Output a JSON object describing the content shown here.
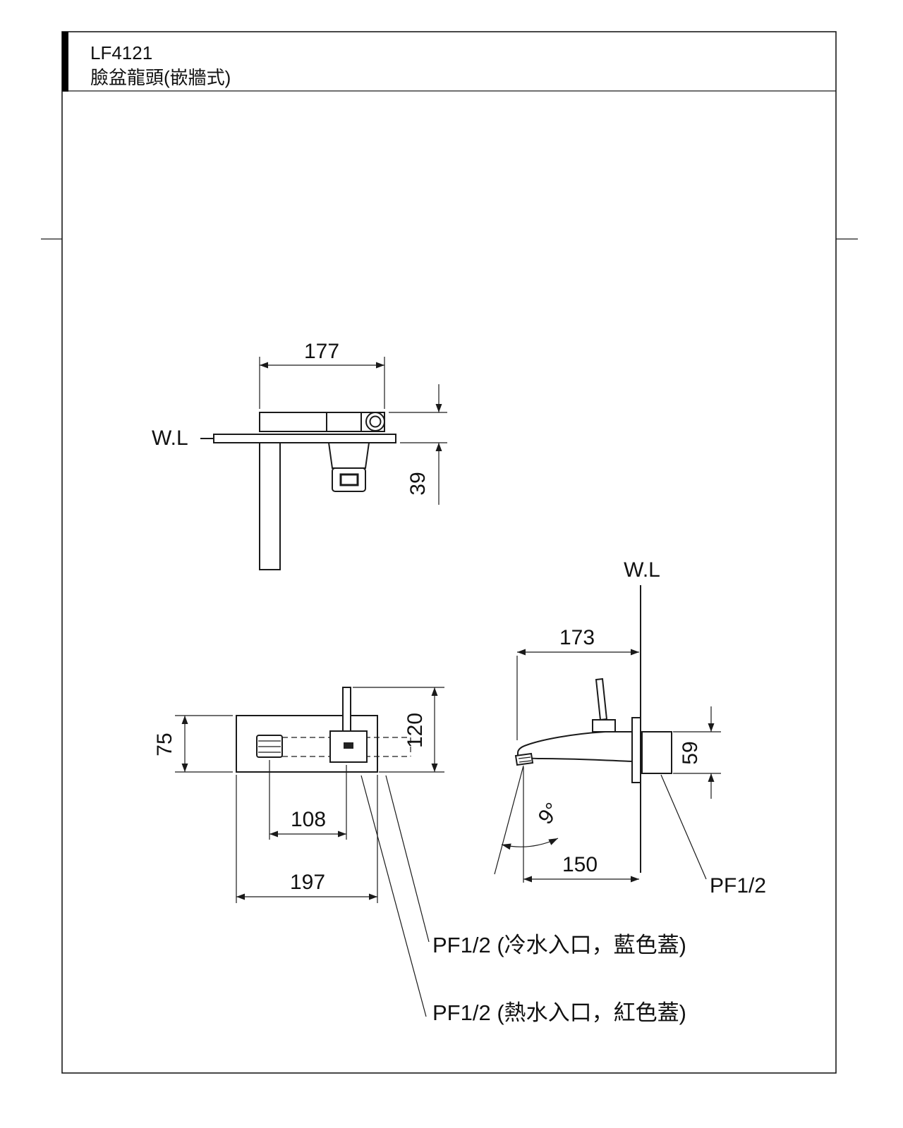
{
  "header": {
    "model": "LF4121",
    "subtitle": "臉盆龍頭(嵌牆式)"
  },
  "top_view": {
    "wall_label": "W.L",
    "dim_width": "177",
    "dim_depth": "39"
  },
  "front_view": {
    "dim_plate_height": "75",
    "dim_total_height": "120",
    "dim_spout_offset": "108",
    "dim_plate_width": "197"
  },
  "side_view": {
    "wall_label": "W.L",
    "dim_reach": "173",
    "dim_body_height": "59",
    "dim_outlet_reach": "150",
    "angle": "9°",
    "pf_label": "PF1/2"
  },
  "annotations": {
    "cold": "PF1/2 (冷水入口，藍色蓋)",
    "hot": "PF1/2 (熱水入口，紅色蓋)"
  },
  "colors": {
    "line": "#1a1a1a",
    "background": "#ffffff"
  }
}
